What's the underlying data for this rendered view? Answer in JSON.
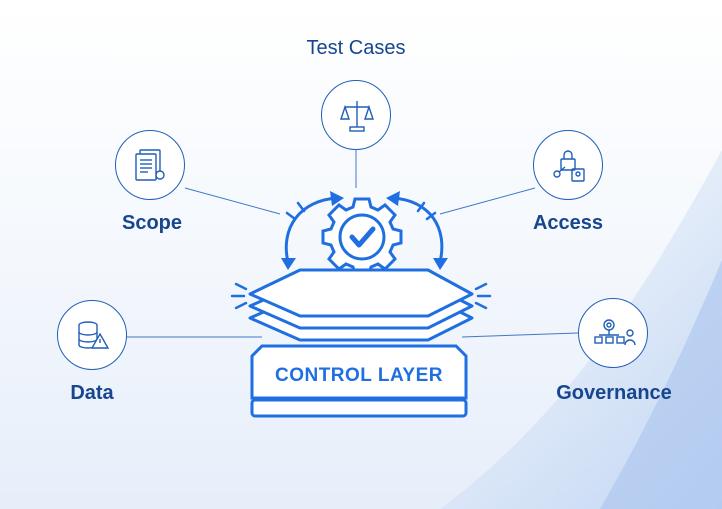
{
  "nodes": {
    "test_cases": "Test Cases",
    "scope": "Scope",
    "access": "Access",
    "data": "Data",
    "governance": "Governance"
  },
  "center": {
    "label": "CONTROL LAYER"
  },
  "colors": {
    "primary": "#1f6fe0",
    "dark": "#17468f",
    "line": "#3f78c8"
  }
}
